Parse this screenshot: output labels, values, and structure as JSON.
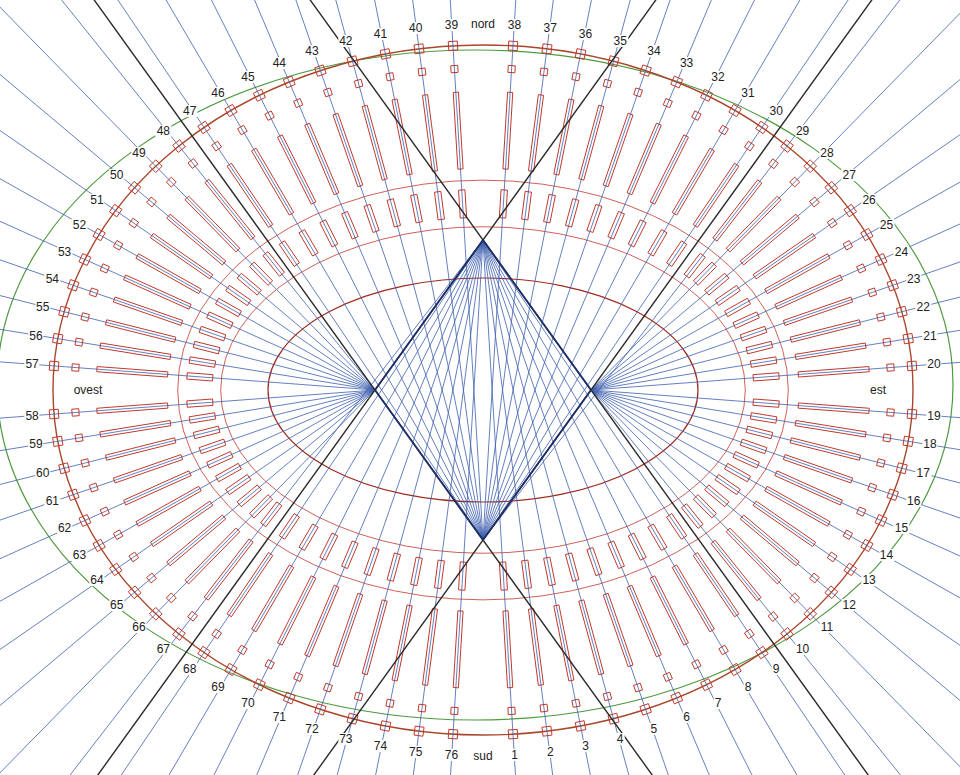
{
  "diagram": {
    "labels": [
      "1",
      "2",
      "3",
      "4",
      "5",
      "6",
      "7",
      "8",
      "9",
      "10",
      "11",
      "12",
      "13",
      "14",
      "15",
      "16",
      "17",
      "18",
      "19",
      "est",
      "20",
      "21",
      "22",
      "23",
      "24",
      "25",
      "26",
      "27",
      "28",
      "29",
      "30",
      "31",
      "32",
      "33",
      "34",
      "35",
      "36",
      "37",
      "38",
      "nord",
      "39",
      "40",
      "41",
      "42",
      "43",
      "44",
      "45",
      "46",
      "47",
      "48",
      "49",
      "50",
      "51",
      "52",
      "53",
      "54",
      "55",
      "56",
      "57",
      "ovest",
      "58",
      "59",
      "60",
      "61",
      "62",
      "63",
      "64",
      "65",
      "66",
      "67",
      "68",
      "69",
      "70",
      "71",
      "72",
      "73",
      "74",
      "75",
      "76",
      "sud"
    ]
  }
}
